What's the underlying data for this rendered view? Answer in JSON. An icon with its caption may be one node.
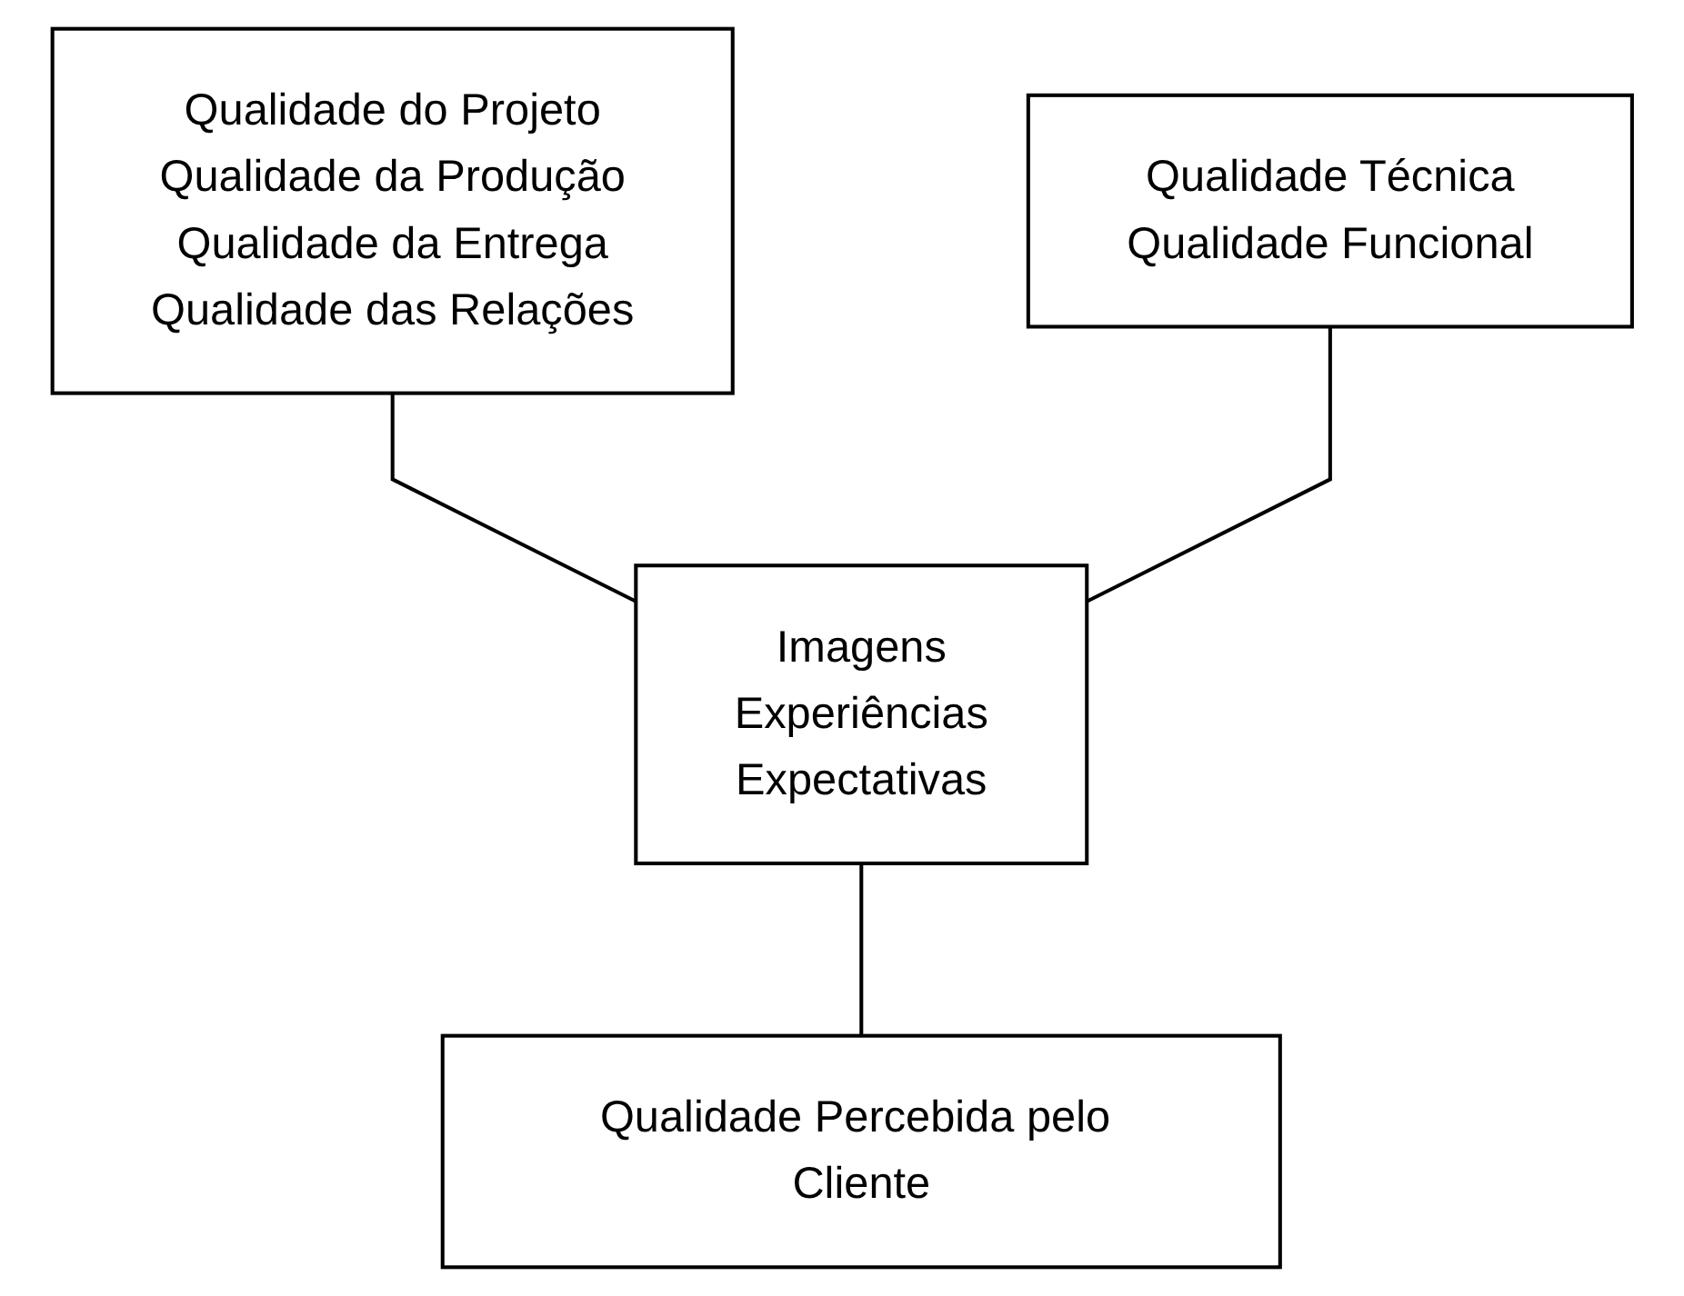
{
  "diagram": {
    "nodes": [
      {
        "text": [
          "Qualidade do Projeto",
          "Qualidade da Produção",
          "Qualidade da Entrega",
          "Qualidade das Relações"
        ]
      },
      {
        "text": [
          "Qualidade Técnica",
          "Qualidade Funcional"
        ]
      },
      {
        "text": [
          "Imagens",
          "Experiências",
          "Expectativas"
        ]
      },
      {
        "text": [
          "Qualidade Percebida pelo Cliente"
        ]
      }
    ],
    "edges": [
      {
        "from": 0,
        "to": 2,
        "arrow": "none"
      },
      {
        "from": 1,
        "to": 2,
        "arrow": "none"
      },
      {
        "from": 2,
        "to": 3,
        "arrow": "none"
      }
    ]
  }
}
